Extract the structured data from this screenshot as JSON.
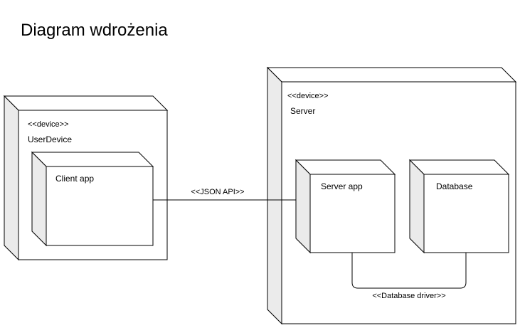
{
  "title": "Diagram wdrożenia",
  "nodes": {
    "user_device": {
      "stereotype": "<<device>>",
      "name": "UserDevice",
      "component": {
        "name": "Client app"
      }
    },
    "server": {
      "stereotype": "<<device>>",
      "name": "Server",
      "components": {
        "server_app": {
          "name": "Server app"
        },
        "database": {
          "name": "Database"
        }
      }
    }
  },
  "connections": {
    "client_to_server": {
      "label": "<<JSON API>>"
    },
    "server_to_database": {
      "label": "<<Database driver>>"
    }
  },
  "colors": {
    "stroke": "#000000",
    "face": "#ffffff",
    "side": "#ebebeb"
  }
}
